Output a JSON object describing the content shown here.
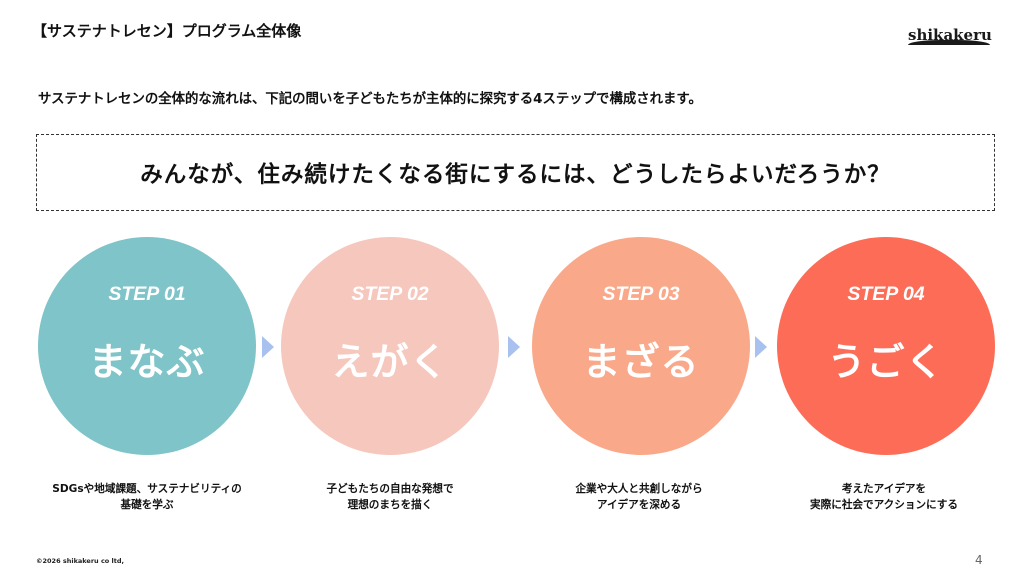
{
  "slide": {
    "title": "【サステナトレセン】プログラム全体像",
    "logo_text": "shikakeru",
    "intro": "サステナトレセンの全体的な流れは、下記の問いを子どもたちが主体的に探究する4ステップで構成されます。",
    "question": "みんなが、住み続けたくなる街にするには、どうしたらよいだろうか？",
    "steps": [
      {
        "label": "STEP 01",
        "name": "まなぶ",
        "color": "#7fc4c8",
        "desc_line1": "SDGsや地域課題、サステナビリティの",
        "desc_line2": "基礎を学ぶ"
      },
      {
        "label": "STEP 02",
        "name": "えがく",
        "color": "#f6c7bd",
        "desc_line1": "子どもたちの自由な発想で",
        "desc_line2": "理想のまちを描く"
      },
      {
        "label": "STEP 03",
        "name": "まざる",
        "color": "#f9a98a",
        "desc_line1": "企業や大人と共創しながら",
        "desc_line2": "アイデアを深める"
      },
      {
        "label": "STEP 04",
        "name": "うごく",
        "color": "#fd6c57",
        "desc_line1": "考えたアイデアを",
        "desc_line2": "実際に社会でアクションにする"
      }
    ],
    "arrow_color": "#a9c1ee",
    "copyright": "©2026 shikakeru co ltd,",
    "page_number": "4"
  }
}
